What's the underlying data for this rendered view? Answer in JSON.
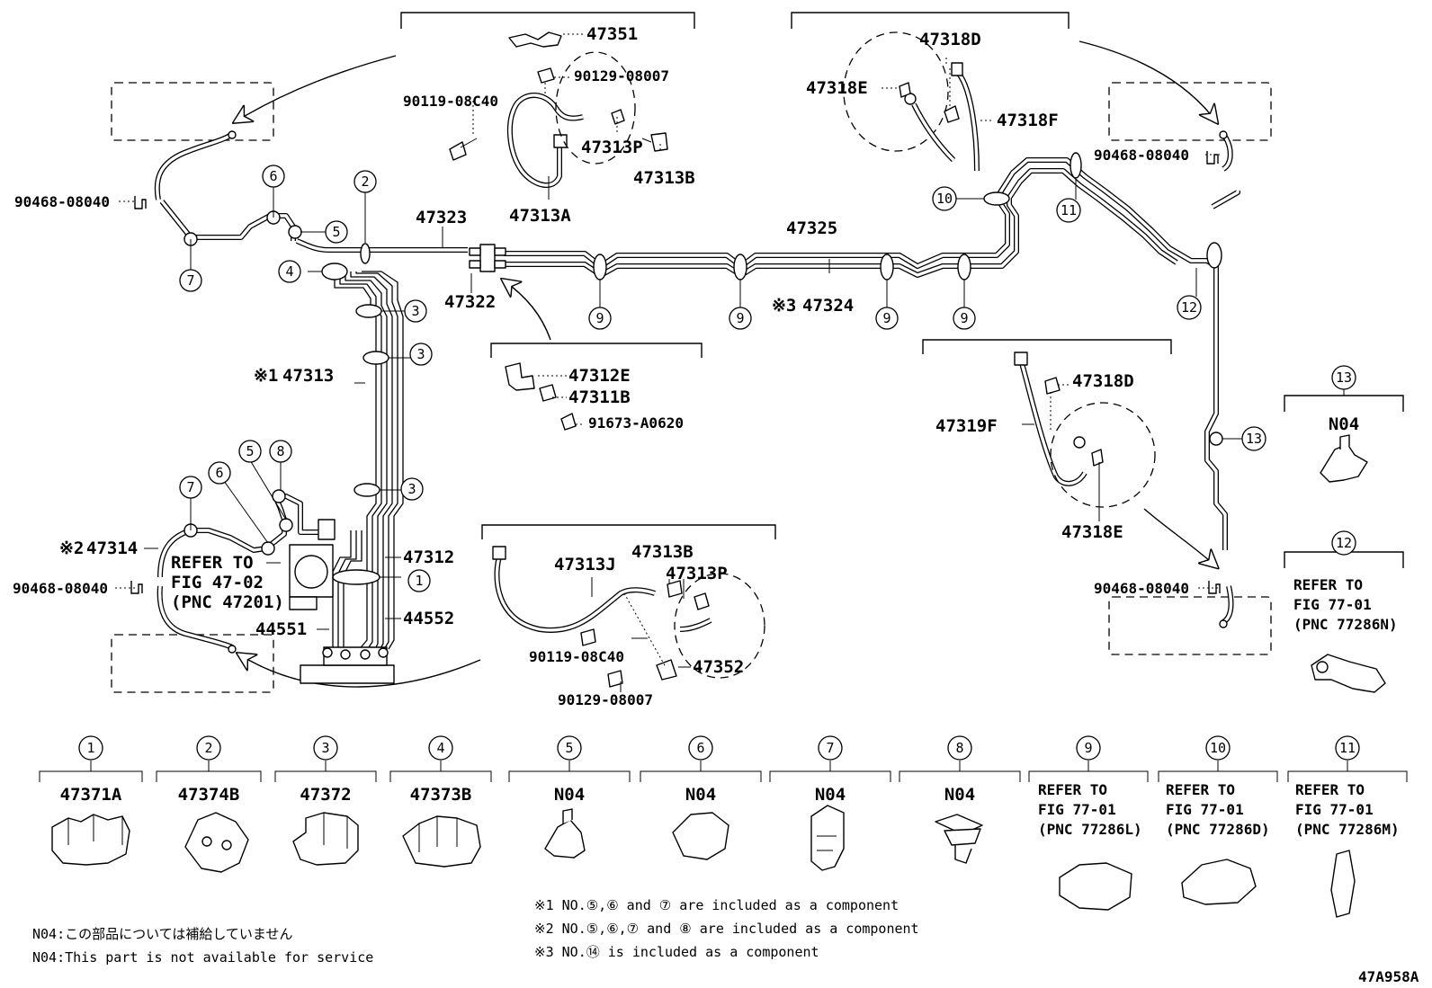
{
  "part_labels": {
    "p47351": "47351",
    "p90129_a": "90129-08007",
    "p90119_a": "90119-08C40",
    "p47313P_a": "47313P",
    "p47313B_a": "47313B",
    "p47313A": "47313A",
    "p47318D_a": "47318D",
    "p47318E_a": "47318E",
    "p47318F": "47318F",
    "p90468_tl": "90468-08040",
    "p90468_tr": "90468-08040",
    "p47323": "47323",
    "p47325": "47325",
    "p47322": "47322",
    "p47324": "47324",
    "p47313": "47313",
    "p47312E": "47312E",
    "p47311B": "47311B",
    "p91673": "91673-A0620",
    "p47318D_b": "47318D",
    "p47319F": "47319F",
    "p47318E_b": "47318E",
    "p47314": "47314",
    "p90468_ml": "90468-08040",
    "p47312": "47312",
    "p44551": "44551",
    "p44552": "44552",
    "p47313J": "47313J",
    "p47313B_b": "47313B",
    "p47313P_b": "47313P",
    "p90119_b": "90119-08C40",
    "p47352": "47352",
    "p90129_b": "90129-08007",
    "p90468_mr": "90468-08040"
  },
  "ref_marks": {
    "r1": "※1",
    "r2": "※2",
    "r3": "※3"
  },
  "refer_fig_47_02": [
    "REFER TO",
    "FIG 47-02",
    "(PNC 47201)"
  ],
  "callouts": {
    "c1": "1",
    "c2": "2",
    "c3": "3",
    "c4": "4",
    "c5": "5",
    "c6": "6",
    "c7": "7",
    "c8": "8",
    "c9": "9",
    "c10": "10",
    "c11": "11",
    "c12": "12",
    "c13": "13"
  },
  "legend_13": {
    "num": "13",
    "label": "N04"
  },
  "legend_12": {
    "num": "12",
    "lines": [
      "REFER TO",
      "FIG 77-01",
      "(PNC 77286N)"
    ]
  },
  "legend_row": [
    {
      "num": "1",
      "label": "47371A"
    },
    {
      "num": "2",
      "label": "47374B"
    },
    {
      "num": "3",
      "label": "47372"
    },
    {
      "num": "4",
      "label": "47373B"
    },
    {
      "num": "5",
      "label": "N04"
    },
    {
      "num": "6",
      "label": "N04"
    },
    {
      "num": "7",
      "label": "N04"
    },
    {
      "num": "8",
      "label": "N04"
    }
  ],
  "legend_refs": [
    {
      "num": "9",
      "lines": [
        "REFER TO",
        "FIG 77-01",
        "(PNC 77286L)"
      ]
    },
    {
      "num": "10",
      "lines": [
        "REFER TO",
        "FIG 77-01",
        "(PNC 77286D)"
      ]
    },
    {
      "num": "11",
      "lines": [
        "REFER TO",
        "FIG 77-01",
        "(PNC 77286M)"
      ]
    }
  ],
  "footnotes": {
    "n04_jp": "N04:この部品については補給していません",
    "n04_en": "N04:This part is not available for service",
    "note1": "※1 NO.⑤,⑥ and ⑦ are included as a component",
    "note2": "※2 NO.⑤,⑥,⑦ and ⑧ are included as a component",
    "note3": "※3 NO.⑭ is included as a component"
  },
  "figure_code": "47A958A"
}
